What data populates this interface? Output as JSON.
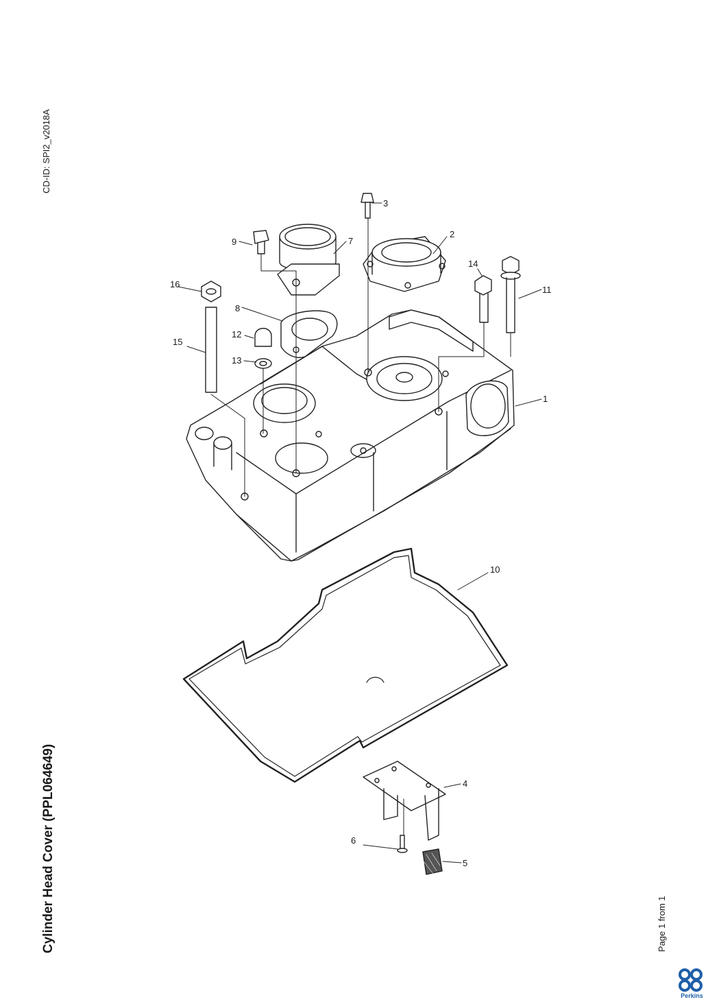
{
  "document": {
    "cd_id": "CD-ID: SPI2_v2018A",
    "title": "Cylinder Head Cover (PPL064649)",
    "page_info": "Page 1 from 1"
  },
  "callouts": [
    "1",
    "2",
    "3",
    "4",
    "5",
    "6",
    "7",
    "8",
    "9",
    "10",
    "11",
    "12",
    "13",
    "14",
    "15",
    "16"
  ],
  "brand": {
    "name": "Perkins",
    "color": "#1f5fa8"
  }
}
